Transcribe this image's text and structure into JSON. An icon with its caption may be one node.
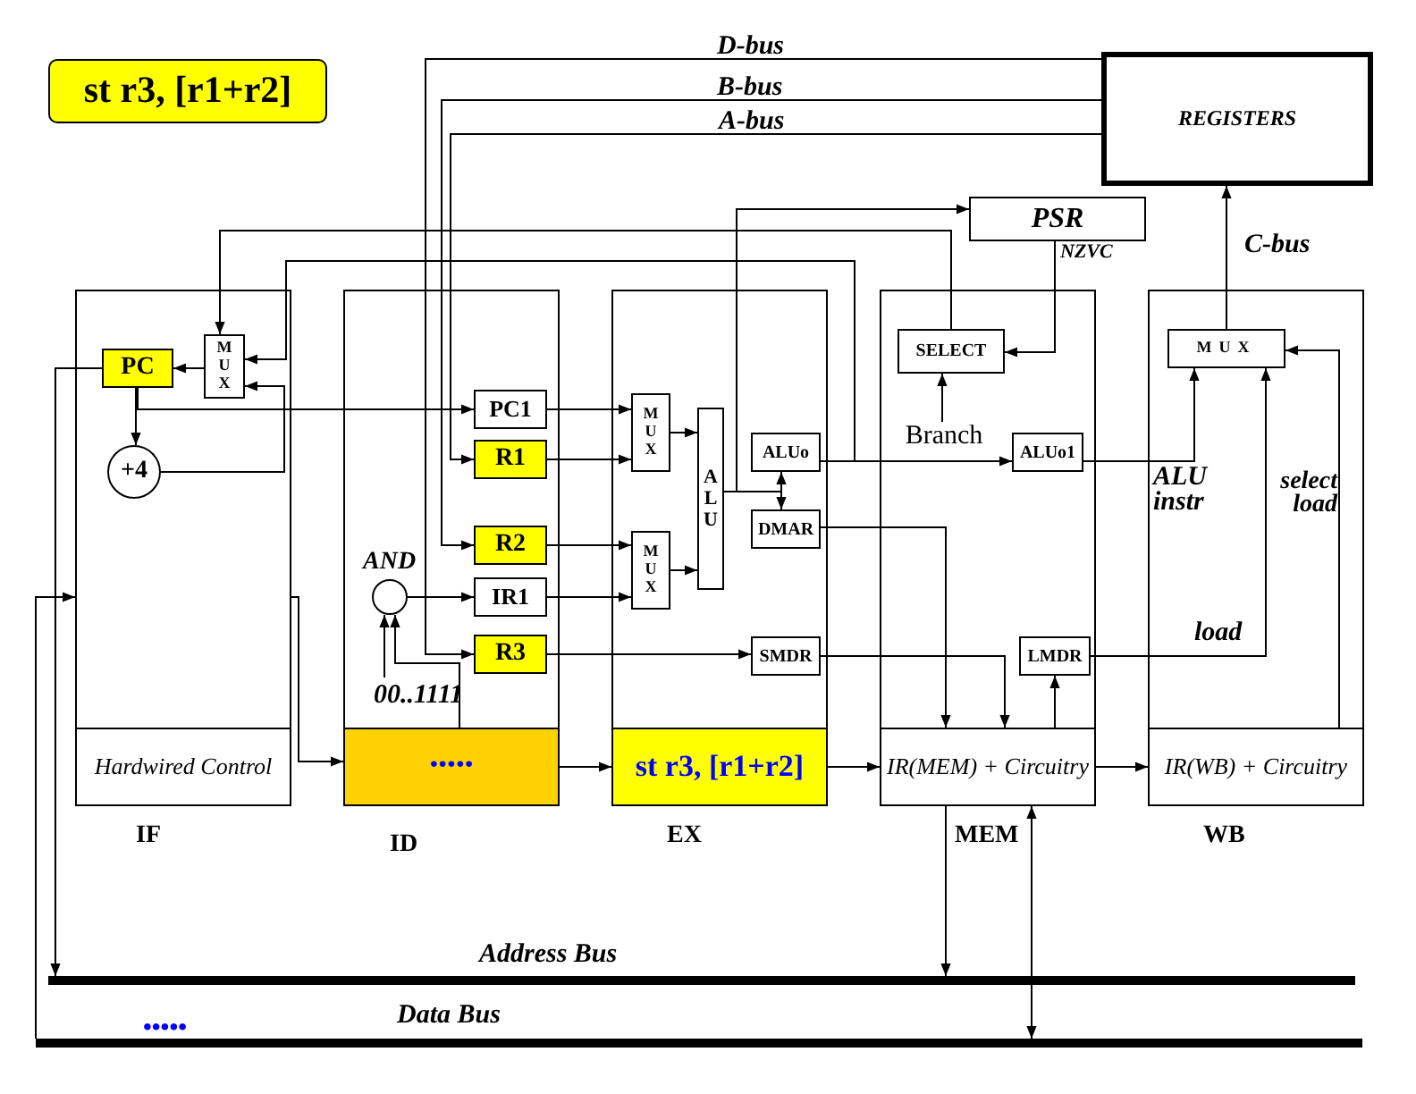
{
  "diagram": {
    "nodes": [
      {
        "text": [
          "st r3, [r1+r2]"
        ]
      },
      {
        "text": [
          "REGISTERS"
        ]
      },
      {
        "text": [
          "PSR"
        ]
      },
      {
        "text": [],
        "shape": "box",
        "beside": [
          "IF"
        ]
      },
      {
        "text": [
          "Hardwired Control"
        ],
        "in": 3
      },
      {
        "text": [
          "PC"
        ],
        "in": 3
      },
      {
        "text": [
          "MUX"
        ],
        "in": 3
      },
      {
        "text": [
          "+4"
        ],
        "in": 3
      },
      {
        "text": [],
        "shape": "box",
        "beside": [
          "ID"
        ]
      },
      {
        "text": [
          "•••••"
        ],
        "in": 8
      },
      {
        "text": [
          "PC1"
        ],
        "in": 8
      },
      {
        "text": [
          "R1"
        ],
        "in": 8
      },
      {
        "text": [
          "R2"
        ],
        "in": 8
      },
      {
        "text": [
          "AND"
        ],
        "in": 8
      },
      {
        "text": [
          "IR1"
        ],
        "in": 8
      },
      {
        "text": [
          "R3"
        ],
        "in": 8
      },
      {
        "text": [
          "00..1111"
        ],
        "in": 8
      },
      {
        "text": [],
        "shape": "box",
        "beside": [
          "EX"
        ]
      },
      {
        "text": [
          "st r3, [r1+r2]"
        ],
        "in": 17
      },
      {
        "text": [
          "MUX"
        ],
        "in": 17
      },
      {
        "text": [
          "MUX"
        ],
        "in": 17
      },
      {
        "text": [
          "ALU"
        ],
        "in": 17
      },
      {
        "text": [
          "ALUo"
        ],
        "in": 17
      },
      {
        "text": [
          "DMAR"
        ],
        "in": 17
      },
      {
        "text": [
          "SMDR"
        ],
        "in": 17
      },
      {
        "text": [],
        "shape": "box",
        "beside": [
          "MEM"
        ]
      },
      {
        "text": [
          "IR(MEM) + Circuitry"
        ],
        "in": 25
      },
      {
        "text": [
          "SELECT"
        ],
        "in": 25
      },
      {
        "text": [
          "Branch"
        ],
        "in": 25
      },
      {
        "text": [
          "ALUo1"
        ],
        "in": 25
      },
      {
        "text": [
          "LMDR"
        ],
        "in": 25
      },
      {
        "text": [],
        "shape": "box",
        "beside": [
          "WB"
        ]
      },
      {
        "text": [
          "IR(WB) + Circuitry"
        ],
        "in": 31
      },
      {
        "text": [
          "MUX"
        ],
        "in": 31
      },
      {
        "text": [
          "Address Bus"
        ]
      },
      {
        "text": [
          "Data Bus"
        ]
      }
    ],
    "edges": [
      {
        "from": 1,
        "to": 15,
        "arrow": "to",
        "label": "D-bus"
      },
      {
        "from": 1,
        "to": 12,
        "arrow": "to",
        "label": "B-bus"
      },
      {
        "from": 1,
        "to": 11,
        "arrow": "to",
        "label": "A-bus"
      },
      {
        "from": 6,
        "to": 5,
        "arrow": "to"
      },
      {
        "from": 5,
        "to": 7,
        "arrow": "to"
      },
      {
        "from": 5,
        "to": 10,
        "arrow": "to"
      },
      {
        "from": 7,
        "to": 6,
        "arrow": "to"
      },
      {
        "from": 27,
        "to": 6,
        "arrow": "to"
      },
      {
        "from": 22,
        "to": 6,
        "arrow": "to"
      },
      {
        "from": 21,
        "to": 2,
        "arrow": "to"
      },
      {
        "from": 21,
        "to": 22,
        "arrow": "to"
      },
      {
        "from": 21,
        "to": 23,
        "arrow": "to"
      },
      {
        "from": 2,
        "to": 27,
        "arrow": "to",
        "label": "NZVC"
      },
      {
        "from": 22,
        "to": 29,
        "arrow": "to"
      },
      {
        "from": 28,
        "to": 27,
        "arrow": "to"
      },
      {
        "from": 29,
        "to": 33,
        "arrow": "to"
      },
      {
        "from": 33,
        "to": 1,
        "arrow": "to",
        "label": "C-bus"
      },
      {
        "from": 32,
        "to": 33,
        "arrow": "to"
      },
      {
        "from": 30,
        "to": 33,
        "arrow": "to"
      },
      {
        "from": 10,
        "to": 19,
        "arrow": "to"
      },
      {
        "from": 11,
        "to": 19,
        "arrow": "to"
      },
      {
        "from": 12,
        "to": 20,
        "arrow": "to"
      },
      {
        "from": 14,
        "to": 20,
        "arrow": "to"
      },
      {
        "from": 19,
        "to": 21,
        "arrow": "to"
      },
      {
        "from": 20,
        "to": 21,
        "arrow": "to"
      },
      {
        "from": 13,
        "to": 14,
        "arrow": "to"
      },
      {
        "from": 16,
        "to": 13,
        "arrow": "to"
      },
      {
        "from": 9,
        "to": 13,
        "arrow": "to"
      },
      {
        "from": 15,
        "to": 24,
        "arrow": "to"
      },
      {
        "from": 23,
        "to": 26,
        "arrow": "to"
      },
      {
        "from": 24,
        "to": 26,
        "arrow": "to"
      },
      {
        "from": 26,
        "to": 30,
        "arrow": "to"
      },
      {
        "from": 26,
        "to": 34,
        "arrow": "to"
      },
      {
        "from": 26,
        "to": 35,
        "arrow": "both"
      },
      {
        "from": 26,
        "to": 32,
        "arrow": "to"
      },
      {
        "from": 5,
        "to": 34,
        "arrow": "to"
      },
      {
        "from": 35,
        "to": 3,
        "arrow": "to"
      },
      {
        "from": 3,
        "to": 9,
        "arrow": "to"
      },
      {
        "from": 9,
        "to": 18,
        "arrow": "to"
      },
      {
        "from": 18,
        "to": 26,
        "arrow": "to"
      }
    ],
    "labels": [
      "ALU instr",
      "select load",
      "load",
      "•••••"
    ]
  }
}
